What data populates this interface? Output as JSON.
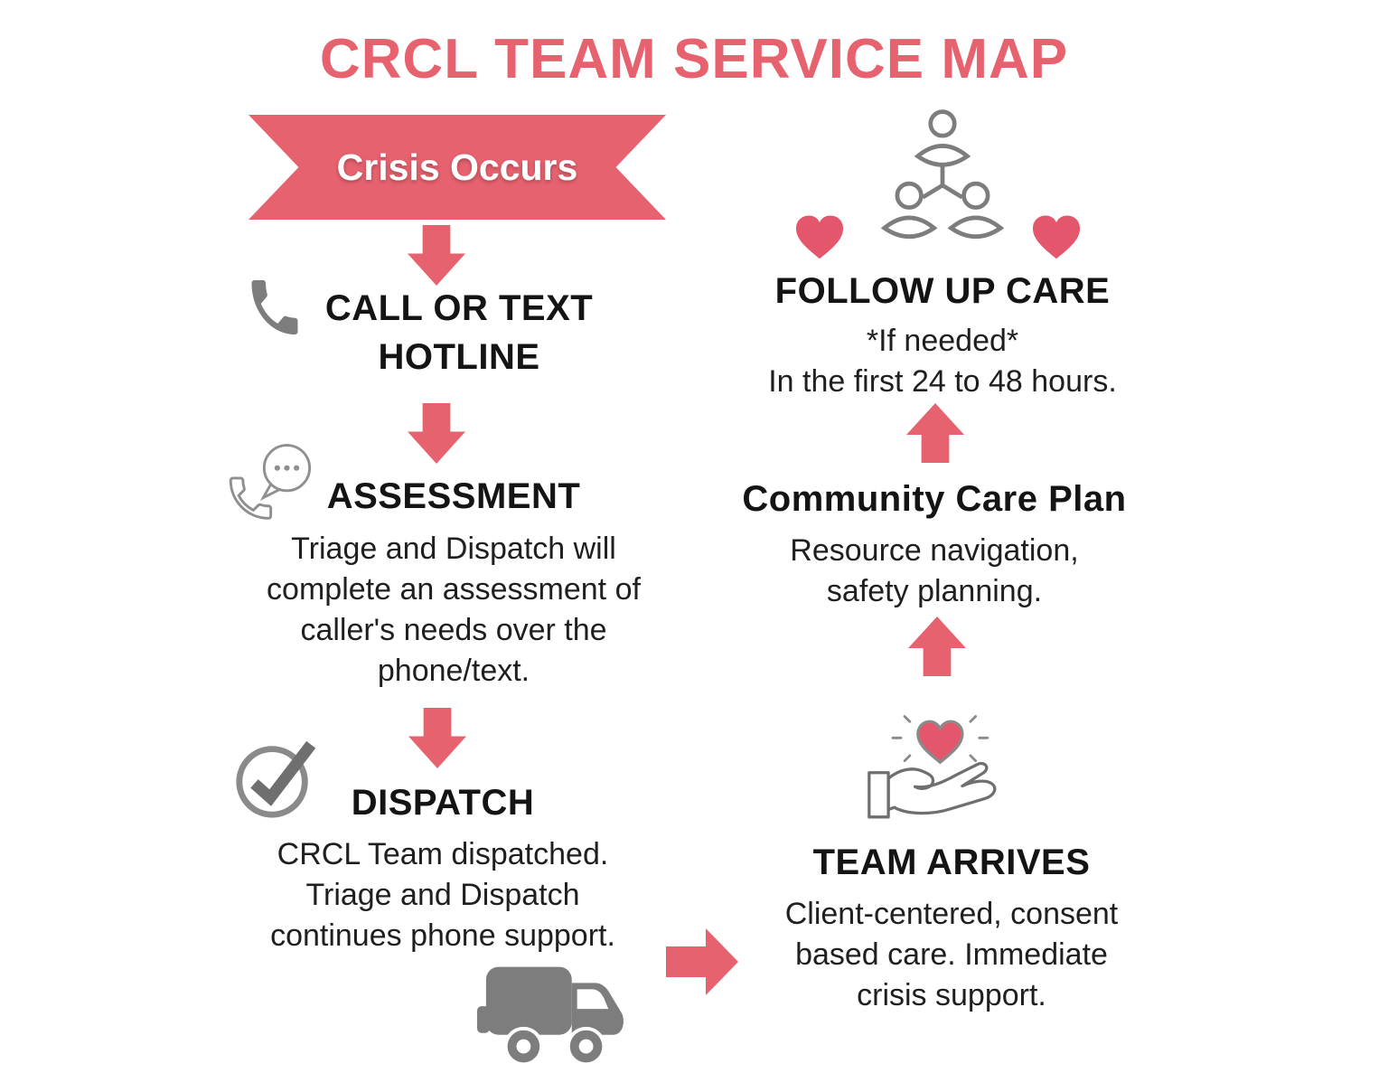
{
  "title": "CRCL TEAM SERVICE MAP",
  "colors": {
    "accent_pink": "#e7626f",
    "heart_red": "#e4566b",
    "icon_gray": "#7d7d7d",
    "text_dark": "#1a1a1a",
    "banner_text": "#ffffff"
  },
  "banner": {
    "label": "Crisis Occurs"
  },
  "steps": {
    "call": {
      "heading": "CALL OR TEXT\nHOTLINE"
    },
    "assessment": {
      "heading": "ASSESSMENT",
      "body": "Triage and Dispatch will\ncomplete an assessment of\ncaller's needs over the\nphone/text."
    },
    "dispatch": {
      "heading": "DISPATCH",
      "body": "CRCL Team dispatched.\nTriage and Dispatch\ncontinues phone support."
    },
    "team_arrives": {
      "heading": "TEAM ARRIVES",
      "body": "Client-centered, consent\nbased care. Immediate\ncrisis support."
    },
    "community_care_plan": {
      "heading": "Community Care Plan",
      "body": "Resource navigation,\nsafety planning."
    },
    "follow_up_care": {
      "heading": "FOLLOW UP CARE",
      "note": "*If needed*",
      "body": "In the first 24 to 48 hours."
    }
  },
  "icons": {
    "call": "phone-handset-icon",
    "assessment": "phone-chat-icon",
    "dispatch": "checkmark-circle-icon",
    "transport": "van-icon",
    "team_arrives": "hand-heart-icon",
    "follow_up": "people-network-icon",
    "decor": "heart-icon"
  }
}
